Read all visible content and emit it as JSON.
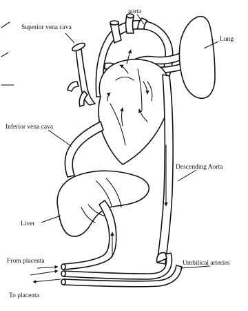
{
  "labels": {
    "aorta": "aorta",
    "superior_vena_cava": "Superior vena cava",
    "lung": "Lung",
    "inferior_vena_cava": "Inferior vena cava",
    "descending_aorta": "Descending Aorta",
    "liver": "Liver",
    "from_placenta": "From placenta",
    "umbilical_arteries": "Umbilical arteries",
    "to_placenta": "To placenta"
  }
}
